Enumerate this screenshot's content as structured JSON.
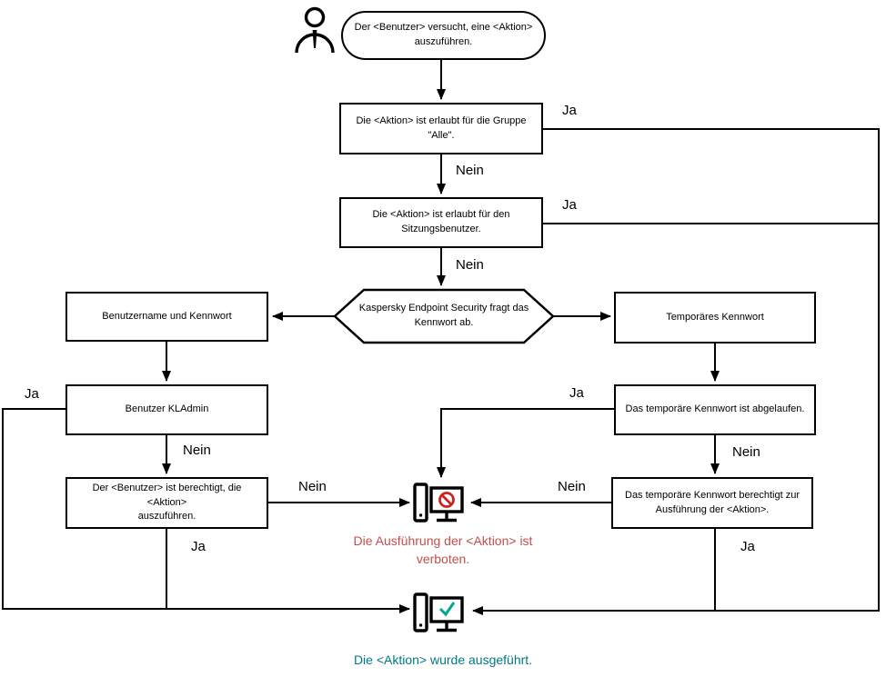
{
  "labels": {
    "yes": "Ja",
    "no": "Nein"
  },
  "nodes": {
    "start": "Der <Benutzer> versucht, eine <Aktion>\nauszuführen.",
    "allowed_for_all": "Die <Aktion> ist erlaubt für die Gruppe\n\"Alle\".",
    "allowed_for_session_user": "Die <Aktion> ist erlaubt für den\nSitzungsbenutzer.",
    "password_prompt": "Kaspersky Endpoint Security fragt das\nKennwort ab.",
    "username_password": "Benutzername und Kennwort",
    "temporary_password": "Temporäres Kennwort",
    "user_kladmin": "Benutzer KLAdmin",
    "temp_password_expired": "Das temporäre Kennwort ist abgelaufen.",
    "user_authorized": "Der <Benutzer> ist berechtigt, die <Aktion>\nauszuführen.",
    "temp_password_authorizes": "Das temporäre Kennwort berechtigt zur\nAusführung der <Aktion>."
  },
  "captions": {
    "action_forbidden": "Die Ausführung der <Aktion> ist\nverboten.",
    "action_executed": "Die <Aktion> wurde ausgeführt."
  },
  "icons": {
    "person": "person-icon",
    "computer_blocked": "computer-blocked-icon",
    "computer_success": "computer-success-icon"
  },
  "colors": {
    "line": "#000000",
    "forbidden_text": "#c0504d",
    "success_text": "#007987",
    "prohibit_sign": "#cc2222",
    "check_mark": "#00a88e"
  }
}
